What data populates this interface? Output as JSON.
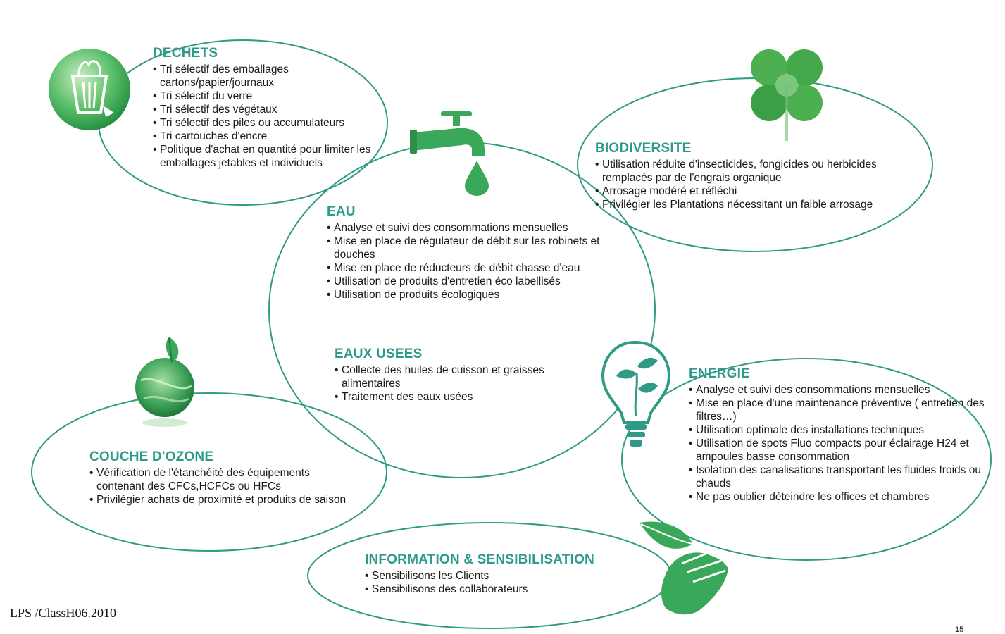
{
  "sections": {
    "dechets": {
      "title": "DECHETS",
      "items": [
        "Tri sélectif des emballages cartons/papier/journaux",
        "Tri sélectif du verre",
        "Tri sélectif des végétaux",
        "Tri sélectif des piles ou accumulateurs",
        "Tri cartouches d'encre",
        "Politique d'achat en quantité pour limiter les emballages jetables et individuels"
      ],
      "icon": "recycle-bin-icon"
    },
    "biodiversite": {
      "title": "BIODIVERSITE",
      "items": [
        "Utilisation réduite d'insecticides, fongicides ou herbicides remplacés par de l'engrais organique",
        "Arrosage modéré et réfléchi",
        "Privilégier les Plantations nécessitant un faible arrosage"
      ],
      "icon": "clover-icon"
    },
    "eau": {
      "title": "EAU",
      "items": [
        "Analyse et suivi des consommations mensuelles",
        "Mise en place de régulateur de débit sur les robinets et douches",
        "Mise en place de réducteurs de débit chasse d'eau",
        "Utilisation de produits d'entretien éco labellisés",
        "Utilisation de produits écologiques"
      ],
      "icon": "water-tap-icon"
    },
    "eaux_usees": {
      "title": "EAUX USEES",
      "items": [
        "Collecte des huiles de cuisson et graisses alimentaires",
        "Traitement des eaux usées"
      ]
    },
    "energie": {
      "title": "ENERGIE",
      "items": [
        "Analyse et suivi des consommations mensuelles",
        "Mise en place d'une maintenance préventive ( entretien des filtres…)",
        "Utilisation optimale des installations techniques",
        "Utilisation de spots Fluo compacts pour éclairage H24 et ampoules basse consommation",
        "Isolation des canalisations transportant les fluides froids ou chauds",
        "Ne pas oublier déteindre les offices et chambres"
      ],
      "icon": "light-bulb-icon"
    },
    "ozone": {
      "title": "COUCHE D'OZONE",
      "items": [
        "Vérification de l'étanchéité des équipements contenant des CFCs,HCFCs ou HFCs",
        "Privilégier achats de proximité et produits de saison"
      ],
      "icon": "globe-leaf-icon"
    },
    "info": {
      "title": "INFORMATION & SENSIBILISATION",
      "items": [
        "Sensibilisons les Clients",
        "Sensibilisons des collaborateurs"
      ],
      "icon": "hand-leaf-icon"
    }
  },
  "footer": "LPS /ClassH06.2010",
  "page_number": "15",
  "colors": {
    "ellipse_stroke": "#2f9a86",
    "heading": "#2e9a8a",
    "icon_green": "#3aa85a",
    "icon_dark": "#1f7a3a"
  }
}
